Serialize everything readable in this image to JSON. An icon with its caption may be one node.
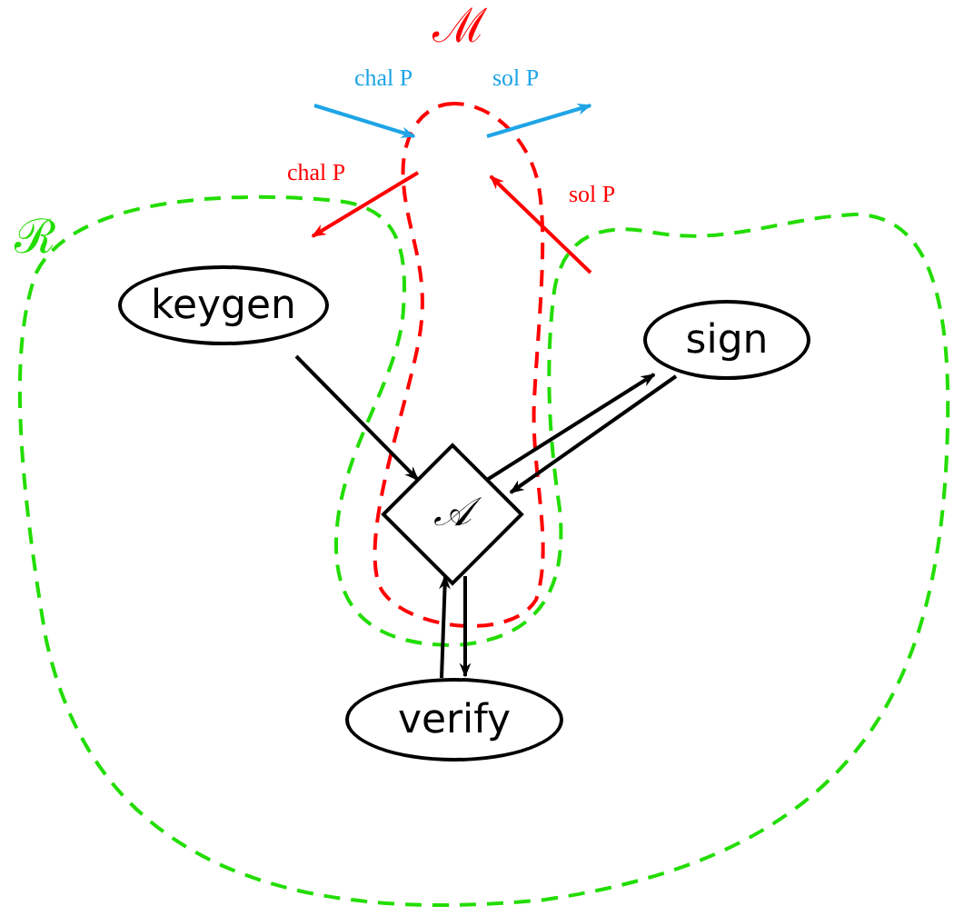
{
  "diagram": {
    "nodes": [
      {
        "text": [
          "ℳ"
        ]
      },
      {
        "text": [
          "ℛ"
        ]
      },
      {
        "text": [
          "keygen"
        ],
        "in": 1
      },
      {
        "text": [
          "sign"
        ],
        "in": 1
      },
      {
        "text": [
          "𝒜"
        ],
        "in": 0
      },
      {
        "text": [
          "verify"
        ],
        "in": 1
      }
    ],
    "edges": [
      {
        "from": 2,
        "to": 4,
        "arrow": "to"
      },
      {
        "from": 4,
        "to": 3,
        "arrow": "to"
      },
      {
        "from": 3,
        "to": 4,
        "arrow": "to"
      },
      {
        "from": 5,
        "to": 4,
        "arrow": "to"
      },
      {
        "from": 4,
        "to": 5,
        "arrow": "to"
      },
      {
        "from": null,
        "to": 0,
        "arrow": "to",
        "label": "chal P",
        "color": "#1ea5e6"
      },
      {
        "from": 0,
        "to": null,
        "arrow": "to",
        "label": "sol P",
        "color": "#1ea5e6"
      },
      {
        "from": 0,
        "to": 1,
        "arrow": "to",
        "label": "chal P",
        "color": "#ff0000"
      },
      {
        "from": 1,
        "to": 0,
        "arrow": "to",
        "label": "sol P",
        "color": "#ff0000"
      }
    ]
  }
}
